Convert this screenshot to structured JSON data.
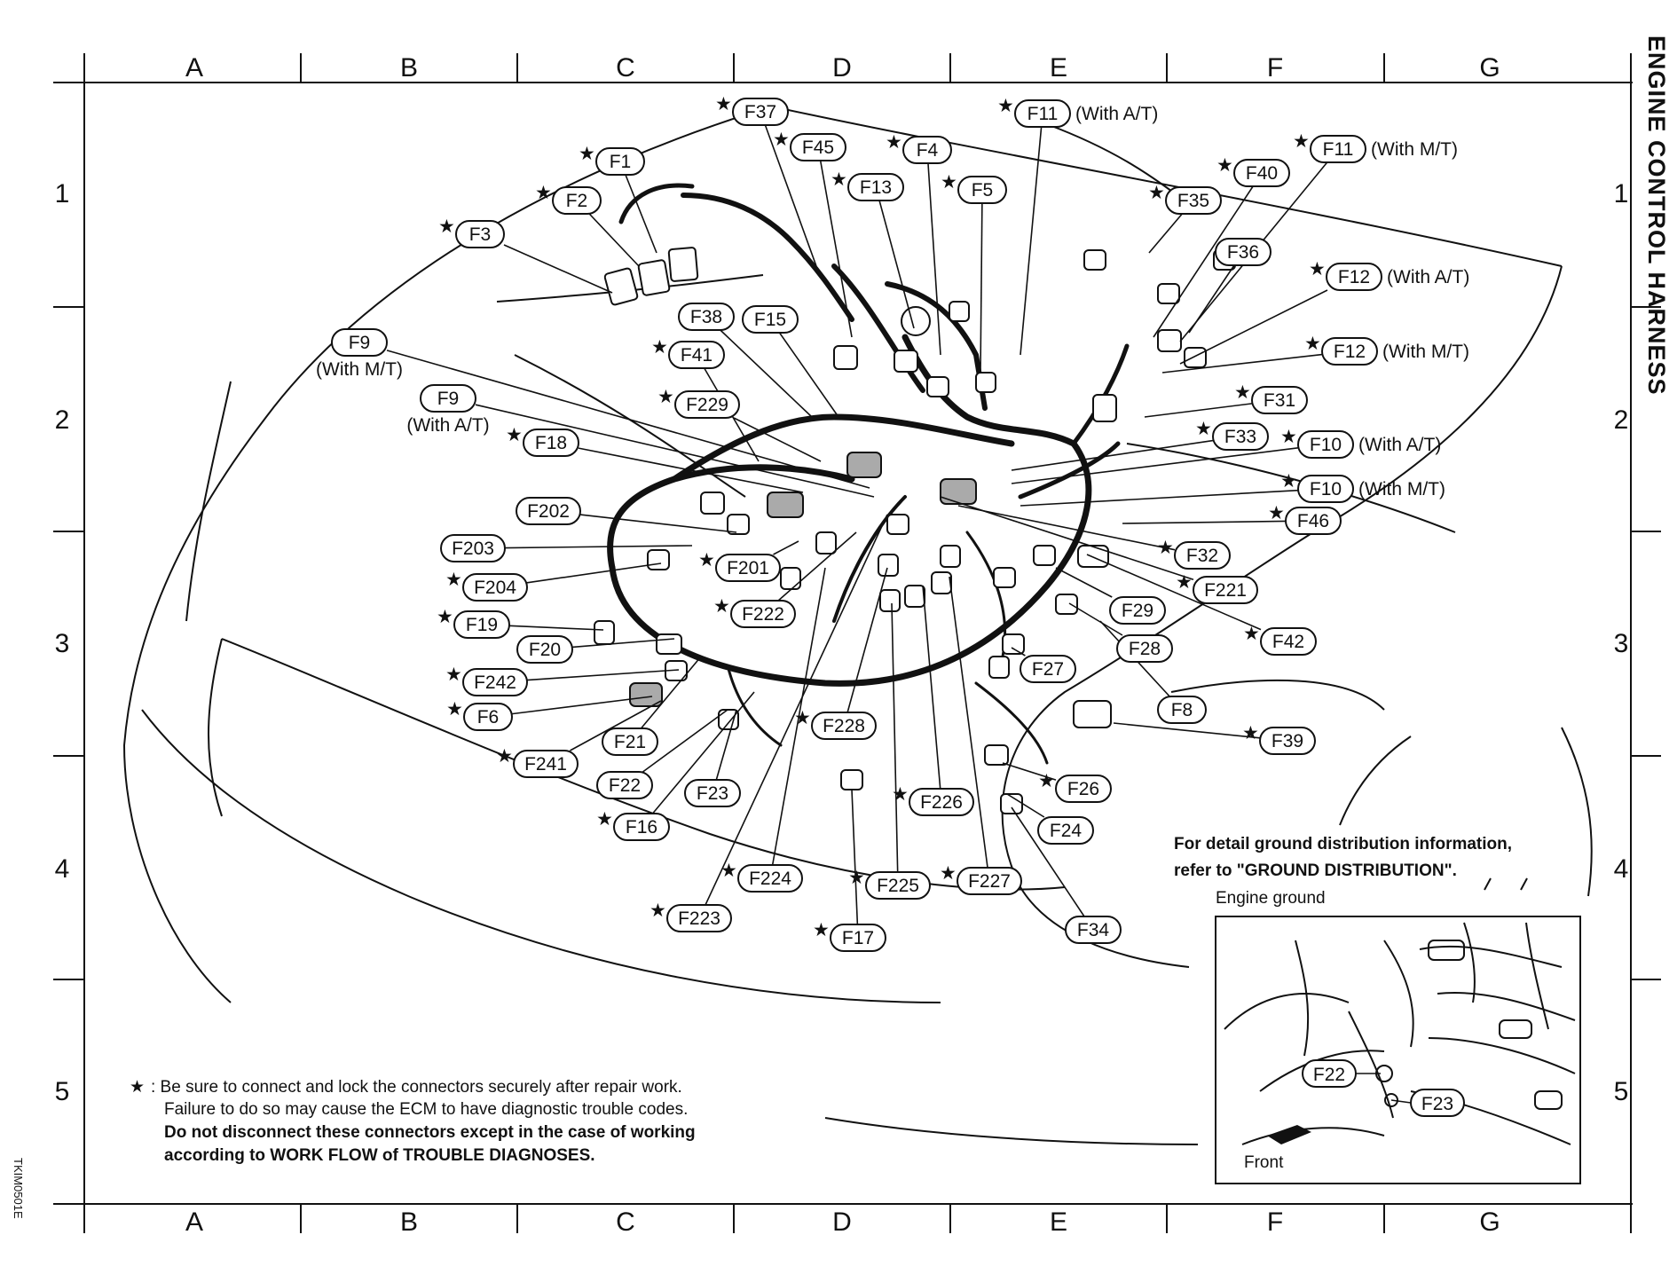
{
  "title": "ENGINE CONTROL HARNESS",
  "doc_code": "TKIM0501E",
  "grid": {
    "columns": [
      "A",
      "B",
      "C",
      "D",
      "E",
      "F",
      "G"
    ],
    "rows": [
      "1",
      "2",
      "3",
      "4",
      "5"
    ]
  },
  "labels": [
    {
      "id": "F37",
      "star": true,
      "note": ""
    },
    {
      "id": "F11",
      "star": true,
      "note": "(With A/T)"
    },
    {
      "id": "F45",
      "star": true,
      "note": ""
    },
    {
      "id": "F4",
      "star": true,
      "note": ""
    },
    {
      "id": "F1",
      "star": true,
      "note": ""
    },
    {
      "id": "F13",
      "star": true,
      "note": ""
    },
    {
      "id": "F5",
      "star": true,
      "note": ""
    },
    {
      "id": "F11",
      "star": true,
      "note": "(With M/T)"
    },
    {
      "id": "F40",
      "star": true,
      "note": ""
    },
    {
      "id": "F2",
      "star": true,
      "note": ""
    },
    {
      "id": "F35",
      "star": true,
      "note": ""
    },
    {
      "id": "F3",
      "star": true,
      "note": ""
    },
    {
      "id": "F36",
      "star": false,
      "note": ""
    },
    {
      "id": "F12",
      "star": true,
      "note": "(With A/T)"
    },
    {
      "id": "F38",
      "star": false,
      "note": ""
    },
    {
      "id": "F15",
      "star": false,
      "note": ""
    },
    {
      "id": "F9",
      "star": false,
      "note": "(With M/T)"
    },
    {
      "id": "F41",
      "star": true,
      "note": ""
    },
    {
      "id": "F12",
      "star": true,
      "note": "(With M/T)"
    },
    {
      "id": "F229",
      "star": true,
      "note": ""
    },
    {
      "id": "F31",
      "star": true,
      "note": ""
    },
    {
      "id": "F9",
      "star": false,
      "note": "(With A/T)"
    },
    {
      "id": "F18",
      "star": true,
      "note": ""
    },
    {
      "id": "F33",
      "star": true,
      "note": ""
    },
    {
      "id": "F10",
      "star": true,
      "note": "(With A/T)"
    },
    {
      "id": "F10",
      "star": true,
      "note": "(With M/T)"
    },
    {
      "id": "F202",
      "star": false,
      "note": ""
    },
    {
      "id": "F46",
      "star": true,
      "note": ""
    },
    {
      "id": "F203",
      "star": false,
      "note": ""
    },
    {
      "id": "F32",
      "star": true,
      "note": ""
    },
    {
      "id": "F201",
      "star": true,
      "note": ""
    },
    {
      "id": "F204",
      "star": true,
      "note": ""
    },
    {
      "id": "F221",
      "star": true,
      "note": ""
    },
    {
      "id": "F222",
      "star": true,
      "note": ""
    },
    {
      "id": "F29",
      "star": false,
      "note": ""
    },
    {
      "id": "F19",
      "star": true,
      "note": ""
    },
    {
      "id": "F42",
      "star": true,
      "note": ""
    },
    {
      "id": "F20",
      "star": false,
      "note": ""
    },
    {
      "id": "F28",
      "star": false,
      "note": ""
    },
    {
      "id": "F242",
      "star": true,
      "note": ""
    },
    {
      "id": "F27",
      "star": false,
      "note": ""
    },
    {
      "id": "F6",
      "star": true,
      "note": ""
    },
    {
      "id": "F8",
      "star": false,
      "note": ""
    },
    {
      "id": "F228",
      "star": true,
      "note": ""
    },
    {
      "id": "F39",
      "star": true,
      "note": ""
    },
    {
      "id": "F21",
      "star": false,
      "note": ""
    },
    {
      "id": "F241",
      "star": true,
      "note": ""
    },
    {
      "id": "F22",
      "star": false,
      "note": ""
    },
    {
      "id": "F26",
      "star": true,
      "note": ""
    },
    {
      "id": "F23",
      "star": false,
      "note": ""
    },
    {
      "id": "F226",
      "star": true,
      "note": ""
    },
    {
      "id": "F16",
      "star": true,
      "note": ""
    },
    {
      "id": "F24",
      "star": false,
      "note": ""
    },
    {
      "id": "F224",
      "star": true,
      "note": ""
    },
    {
      "id": "F225",
      "star": true,
      "note": ""
    },
    {
      "id": "F227",
      "star": true,
      "note": ""
    },
    {
      "id": "F223",
      "star": true,
      "note": ""
    },
    {
      "id": "F17",
      "star": true,
      "note": ""
    },
    {
      "id": "F34",
      "star": false,
      "note": ""
    }
  ],
  "ground_note": {
    "line1": "For detail ground distribution information,",
    "line2": "refer to \"GROUND DISTRIBUTION\"."
  },
  "inset": {
    "title": "Engine ground",
    "labels": [
      "F22",
      "F23"
    ],
    "front_label": "Front"
  },
  "footnote": {
    "star": "★",
    "line1": ": Be sure to connect and lock the connectors securely after repair work.",
    "line2": "Failure to do so may cause the ECM to have diagnostic trouble codes.",
    "line3": "Do not disconnect these connectors except in the case of working",
    "line4": "according to WORK FLOW of TROUBLE DIAGNOSES."
  }
}
